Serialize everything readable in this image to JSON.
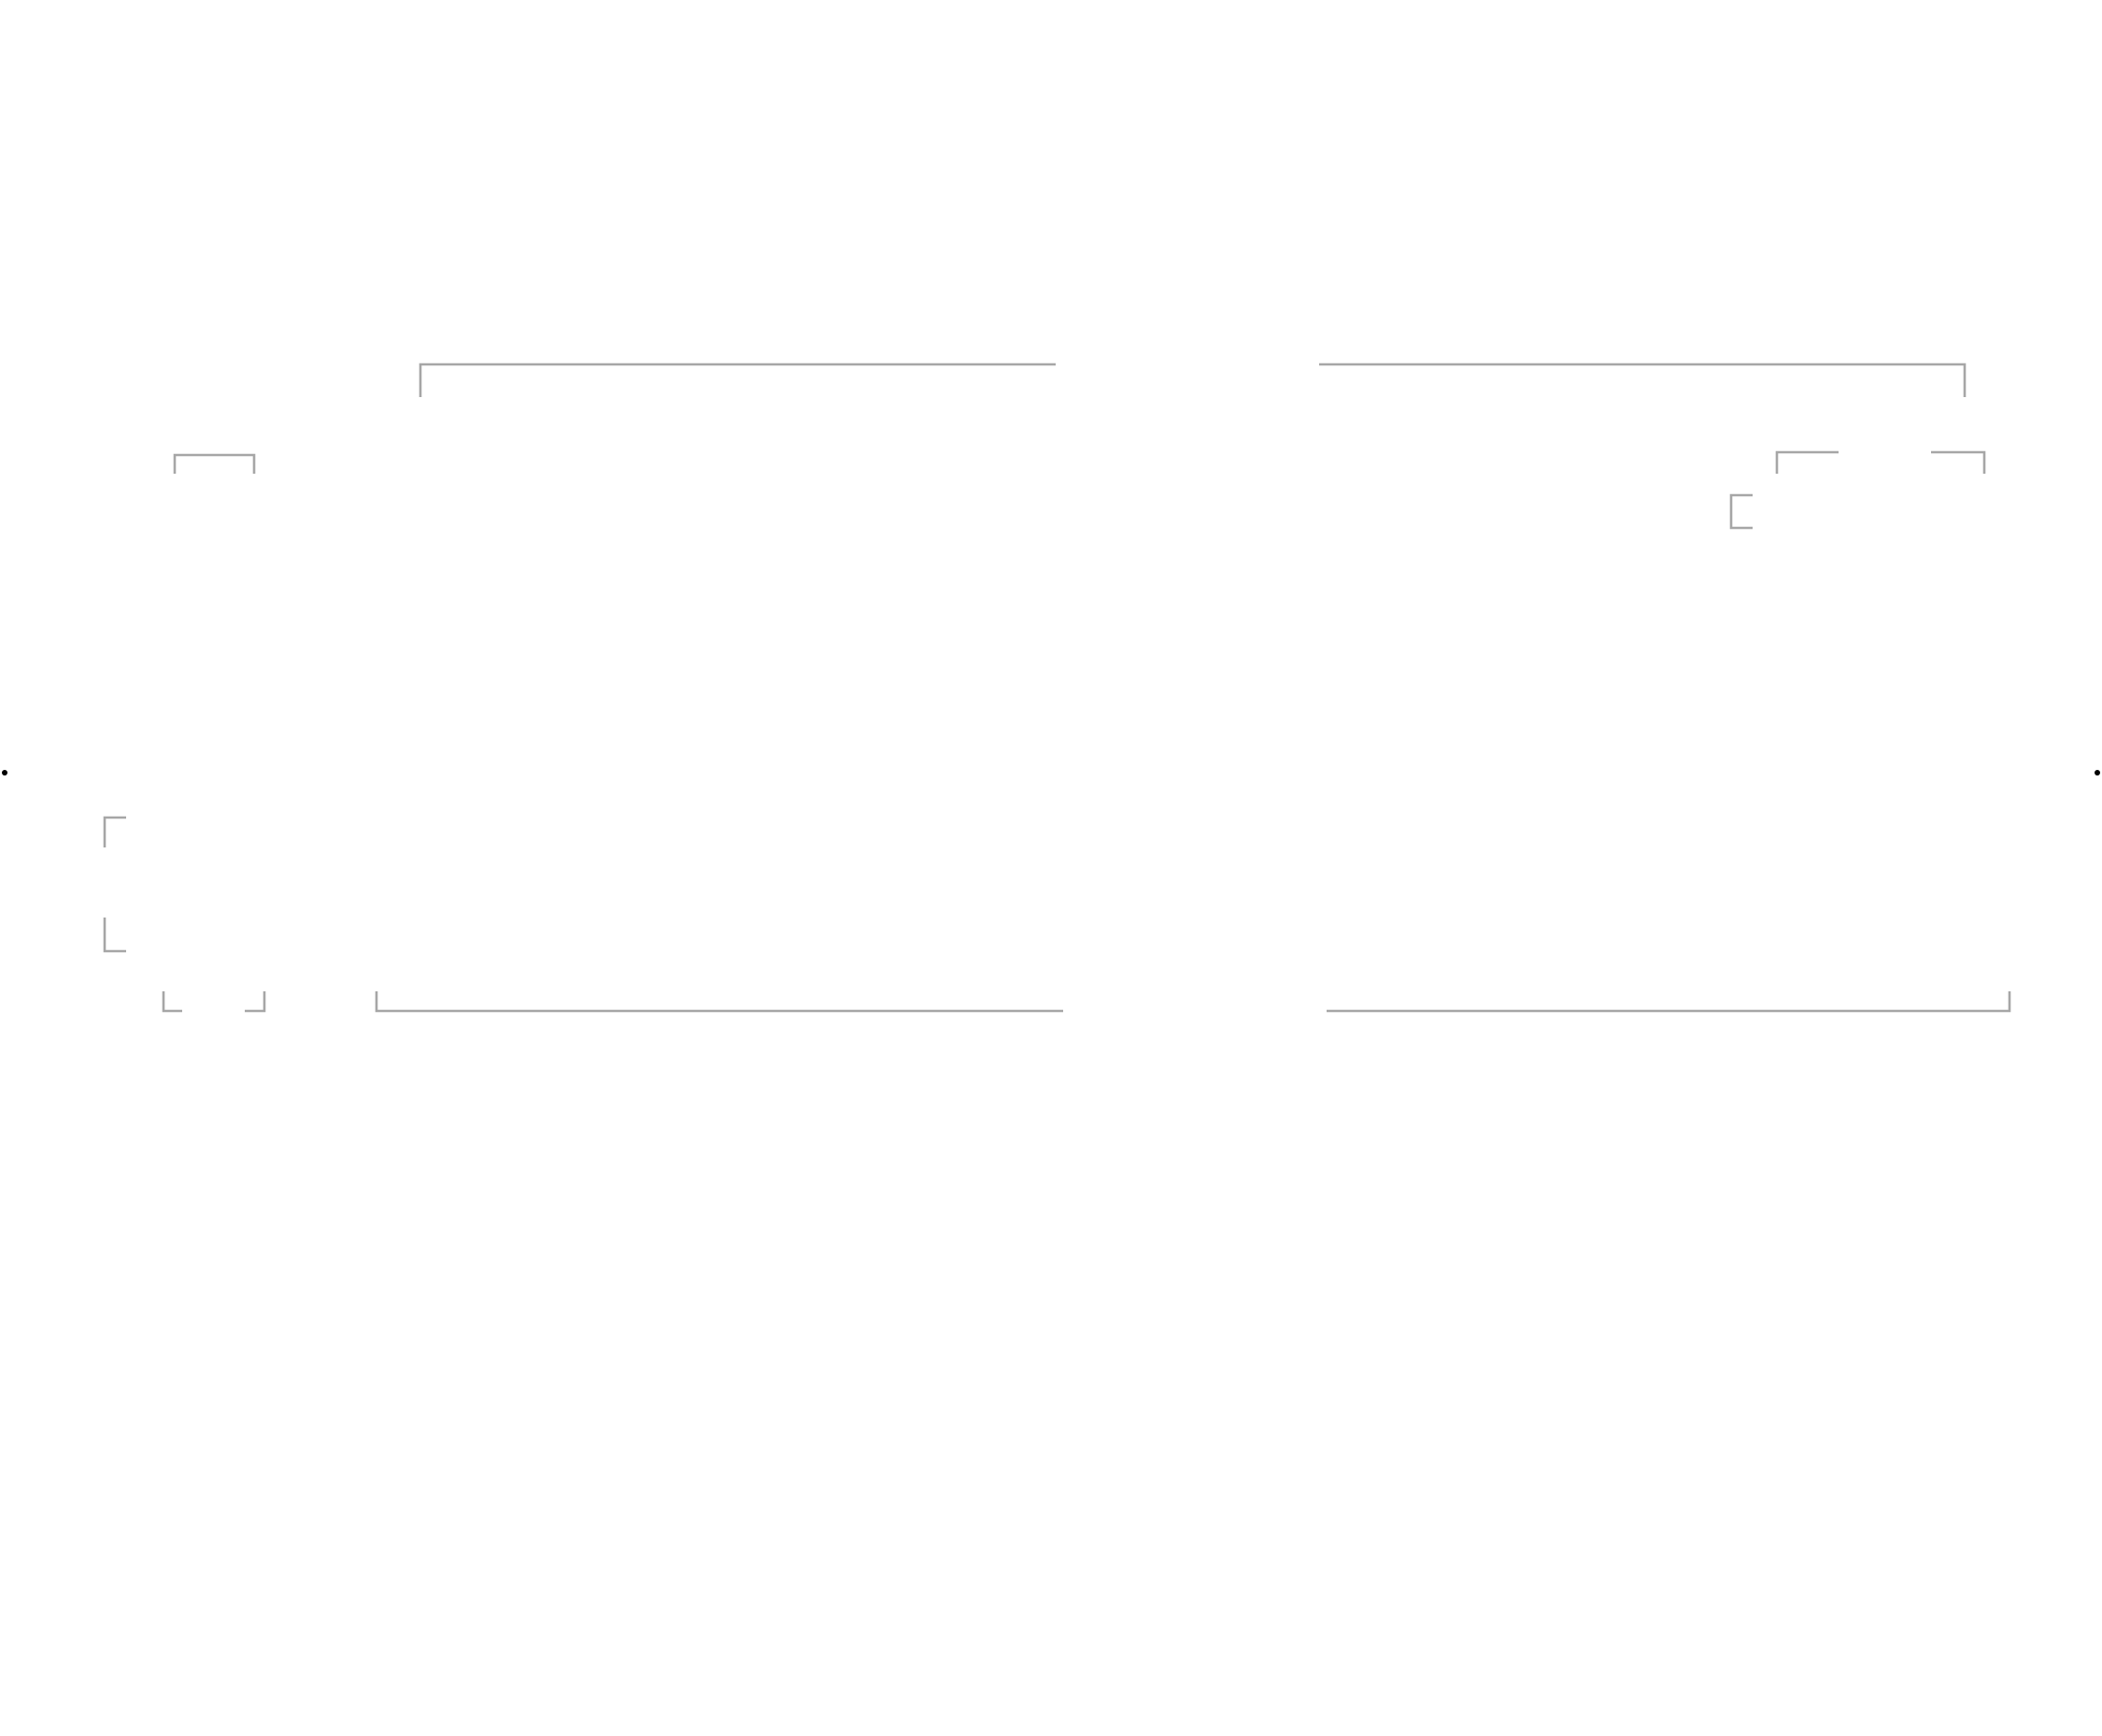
{
  "diagram": {
    "background_color": "#ffffff",
    "bracket_color": "#a6a6a6",
    "marker_color": "#000000",
    "brackets": [
      "top-left-long",
      "top-right-long",
      "upper-left-small",
      "upper-right-small-left-corner",
      "upper-right-small-right-corner",
      "upper-right-side-tick",
      "left-side-top",
      "left-side-bottom",
      "bottom-left-small-left",
      "bottom-left-small-right",
      "bottom-left-long",
      "bottom-right-long"
    ],
    "markers": [
      "left-edge-dot",
      "right-edge-dot"
    ]
  }
}
